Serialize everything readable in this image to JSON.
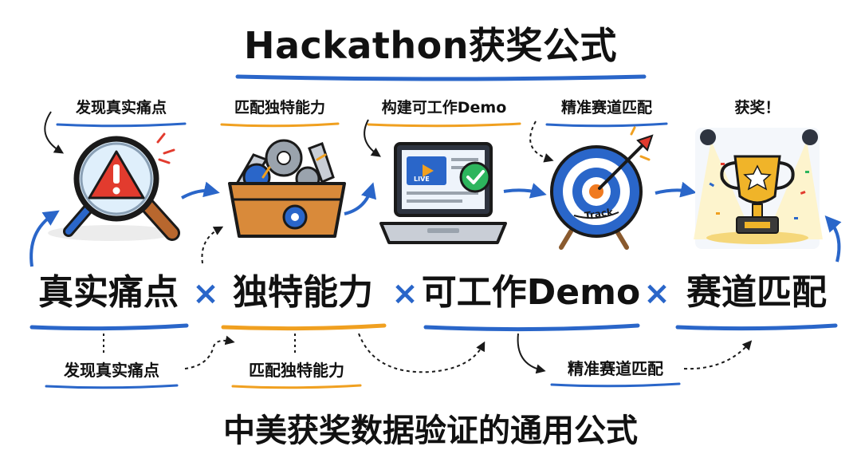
{
  "title": "Hackathon获奖公式",
  "steps": [
    {
      "label": "发现真实痛点",
      "icon": "magnifier-warning-icon"
    },
    {
      "label": "匹配独特能力",
      "icon": "toolbox-gears-icon"
    },
    {
      "label": "构建可工作Demo",
      "icon": "laptop-demo-icon"
    },
    {
      "label": "精准赛道匹配",
      "icon": "target-arrow-icon"
    },
    {
      "label": "获奖！",
      "icon": "trophy-icon"
    }
  ],
  "demo_badge": "LIVE",
  "target_badge": "Track",
  "formula": {
    "terms": [
      "真实痛点",
      "独特能力",
      "可工作Demo",
      "赛道匹配"
    ],
    "operator": "×"
  },
  "sub_labels": [
    "发现真实痛点",
    "匹配独特能力",
    "精准赛道匹配"
  ],
  "footer": "中美获奖数据验证的通用公式",
  "colors": {
    "blue": "#2a66c9",
    "orange": "#f0a020",
    "ink": "#1a1a1a"
  }
}
